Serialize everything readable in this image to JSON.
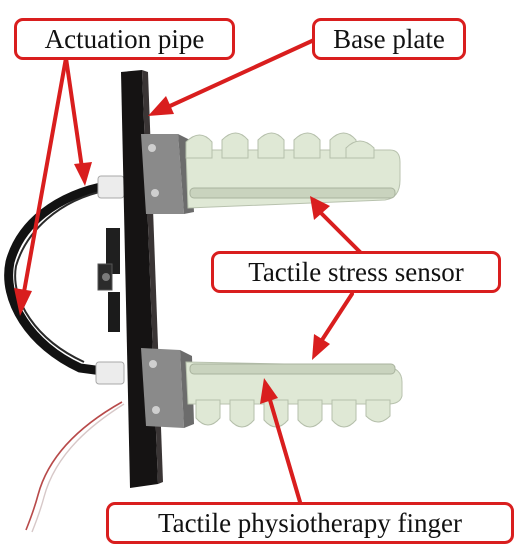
{
  "labels": {
    "actuation_pipe": "Actuation pipe",
    "base_plate": "Base plate",
    "tactile_stress_sensor": "Tactile stress sensor",
    "tactile_physiotherapy_finger": "Tactile physiotherapy finger"
  },
  "colors": {
    "callout": "#d91e1e",
    "background": "#ffffff",
    "finger": "#dfe8d5",
    "plate": "#151313",
    "bracket": "#8a8a8a",
    "pipe": "#121212"
  }
}
